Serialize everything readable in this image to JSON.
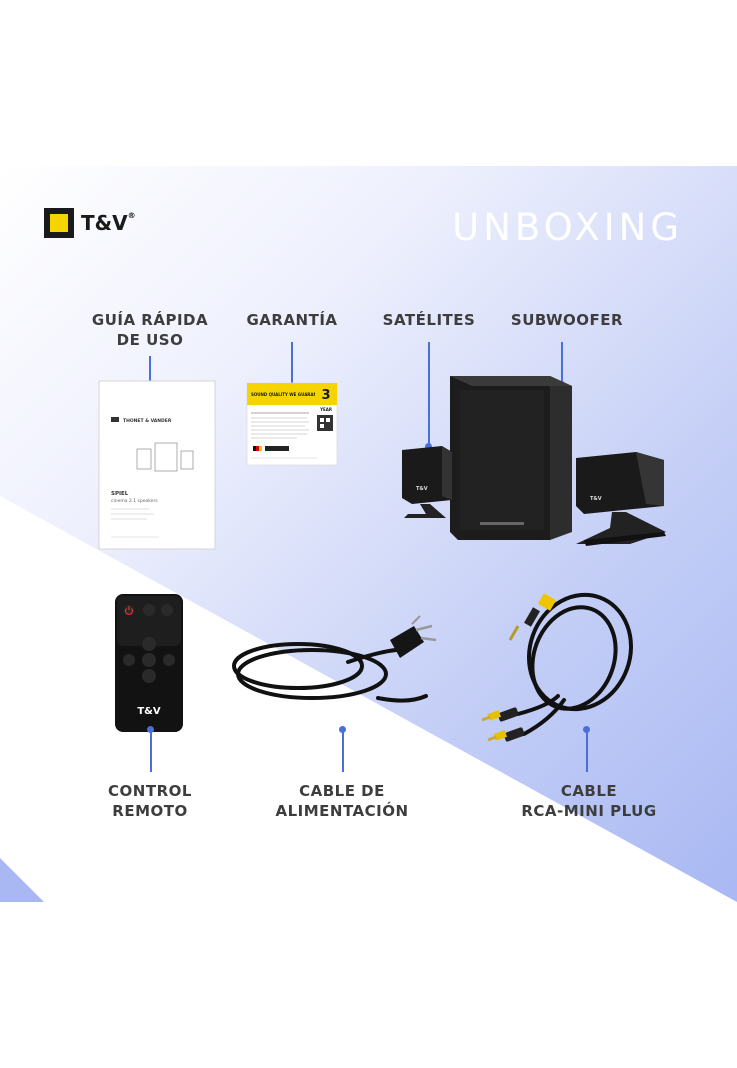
{
  "brand": {
    "logo_text": "T&V",
    "logo_mark": "®"
  },
  "title": "UNBOXING",
  "items": {
    "guide": {
      "line1": "GUÍA RÁPIDA",
      "line2": "DE USO"
    },
    "warranty": {
      "line1": "GARANTÍA"
    },
    "satellites": {
      "line1": "SATÉLITES"
    },
    "subwoofer": {
      "line1": "SUBWOOFER"
    },
    "remote": {
      "line1": "CONTROL",
      "line2": "REMOTO"
    },
    "power_cable": {
      "line1": "CABLE DE",
      "line2": "ALIMENTACIÓN"
    },
    "rca_cable": {
      "line1": "CABLE",
      "line2": "RCA-MINI PLUG"
    }
  },
  "product_text": {
    "booklet_brand": "THONET & VANDER",
    "booklet_model": "SPIEL",
    "booklet_subtitle": "cinema 2.1 speakers",
    "warranty_years": "3",
    "warranty_year_word": "YEAR",
    "warranty_headline": "SOUND QUALITY WE GUARANTEE IT.",
    "remote_brand": "T&V",
    "speaker_brand": "T&V"
  },
  "colors": {
    "accent_line": "#4a6fd6",
    "label_text": "#3d3d3d",
    "brand_yellow": "#f5d400"
  }
}
